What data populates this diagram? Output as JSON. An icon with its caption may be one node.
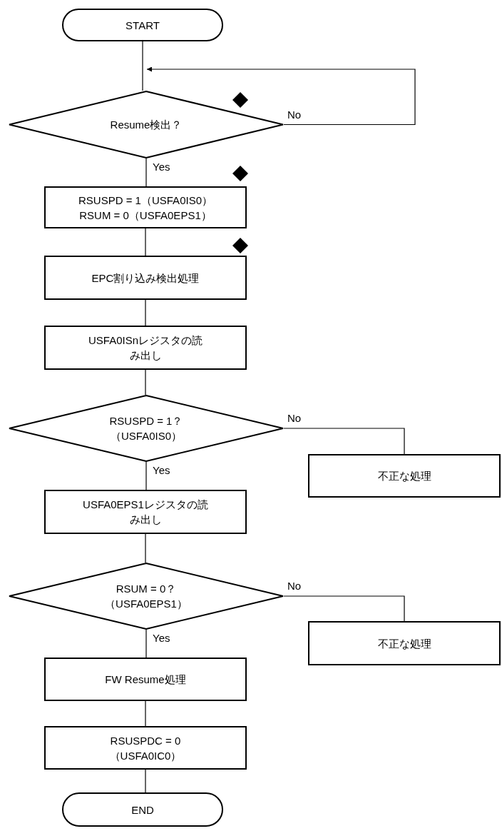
{
  "diagram": {
    "nodes": [
      {
        "text": [
          "START"
        ]
      },
      {
        "text": [
          "Resume検出？"
        ]
      },
      {
        "text": [
          "RSUSPD = 1（USFA0IS0）",
          "RSUM = 0（USFA0EPS1）"
        ]
      },
      {
        "text": [
          "EPC割り込み検出処理"
        ]
      },
      {
        "text": [
          "USFA0ISnレジスタの読み出し"
        ]
      },
      {
        "text": [
          "RSUSPD = 1？（USFA0IS0）"
        ]
      },
      {
        "text": [
          "不正な処理"
        ]
      },
      {
        "text": [
          "USFA0EPS1レジスタの読み出し"
        ]
      },
      {
        "text": [
          "RSUM = 0？（USFA0EPS1）"
        ]
      },
      {
        "text": [
          "不正な処理"
        ]
      },
      {
        "text": [
          "FW Resume処理"
        ]
      },
      {
        "text": [
          "RSUSPDC = 0 （USFA0IC0）"
        ]
      },
      {
        "text": [
          "END"
        ]
      }
    ],
    "edges": [
      {
        "from": 0,
        "to": 1,
        "arrow": "none"
      },
      {
        "from": 1,
        "to": 1,
        "arrow": "to",
        "label": "No"
      },
      {
        "from": 1,
        "to": 2,
        "arrow": "none",
        "label": "Yes"
      },
      {
        "from": 2,
        "to": 3,
        "arrow": "none"
      },
      {
        "from": 3,
        "to": 4,
        "arrow": "none"
      },
      {
        "from": 4,
        "to": 5,
        "arrow": "none"
      },
      {
        "from": 5,
        "to": 6,
        "arrow": "none",
        "label": "No"
      },
      {
        "from": 5,
        "to": 7,
        "arrow": "none",
        "label": "Yes"
      },
      {
        "from": 7,
        "to": 8,
        "arrow": "none"
      },
      {
        "from": 8,
        "to": 9,
        "arrow": "none",
        "label": "No"
      },
      {
        "from": 8,
        "to": 10,
        "arrow": "none",
        "label": "Yes"
      },
      {
        "from": 10,
        "to": 11,
        "arrow": "none"
      },
      {
        "from": 11,
        "to": 12,
        "arrow": "none"
      }
    ]
  }
}
